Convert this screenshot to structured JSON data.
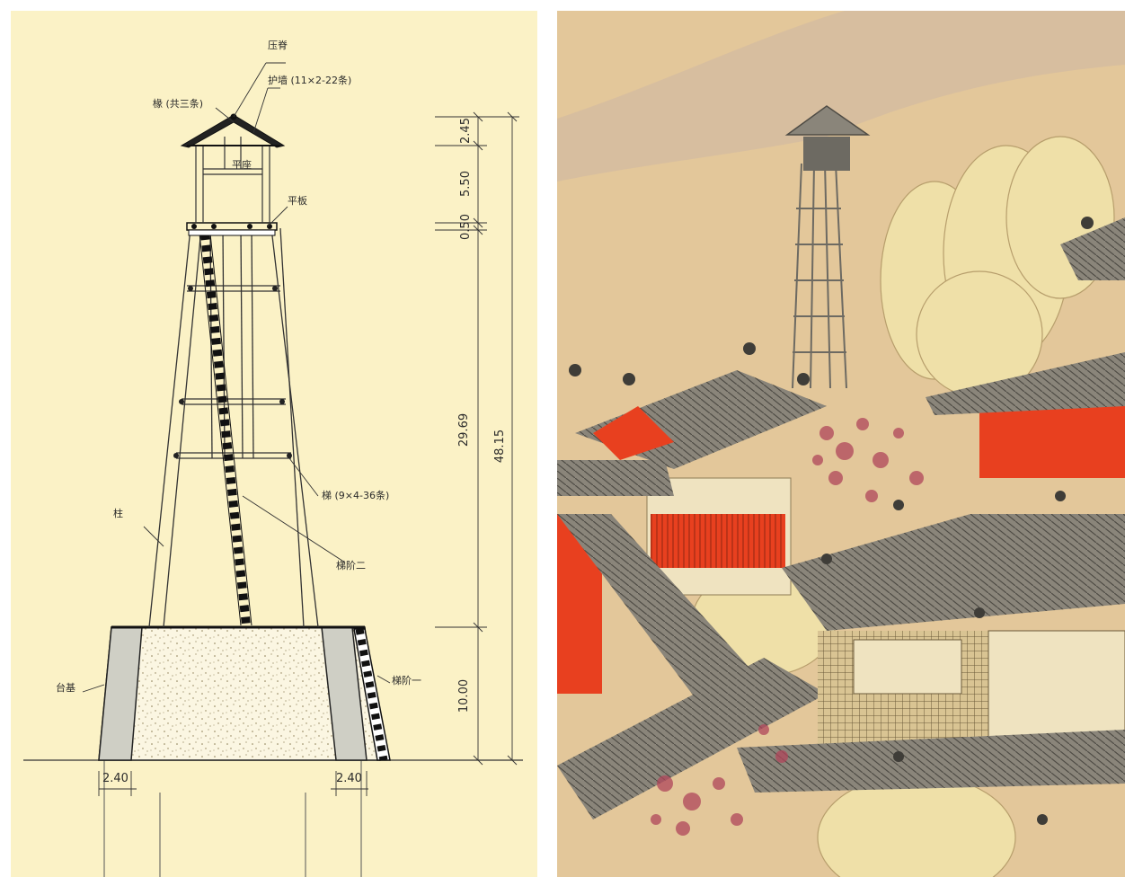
{
  "drawing": {
    "labels": {
      "roof_top": "压脊",
      "guard": "护墙 (11×2-22条)",
      "rafter": "椽 (共三条)",
      "platform_mid": "平座",
      "platform": "平板",
      "ladder_upper": "梯 (9×4-36条)",
      "column": "柱",
      "ladder_2": "梯阶二",
      "base": "台基",
      "ladder_1": "梯阶一"
    },
    "dimensions": {
      "d1": "2.45",
      "d2": "5.50",
      "d3": "0.50",
      "d4": "29.69",
      "d5": "10.00",
      "total": "48.15",
      "base_left": "2.40",
      "base_right": "2.40"
    }
  },
  "painting": {
    "colors": {
      "sky": "#e3c79a",
      "roof": "#6d6a62",
      "red_wall": "#e8401f",
      "blossom": "#b0465a",
      "tree": "#efe0a8"
    }
  }
}
